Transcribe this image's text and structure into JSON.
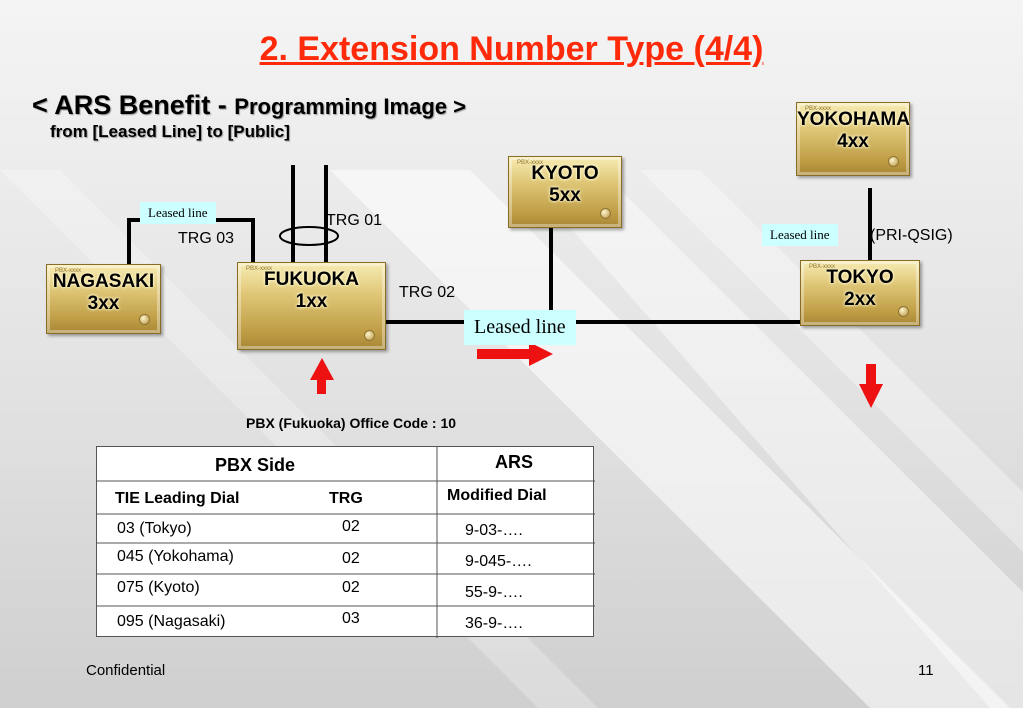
{
  "title": "2. Extension Number Type (4/4)",
  "subtitle": {
    "part1": "< ARS Benefit - ",
    "part2": "Programming Image >",
    "line2": "from [Leased Line] to [Public]"
  },
  "pbxes": {
    "nagasaki": {
      "name": "NAGASAKI",
      "code": "3xx",
      "tag": "PBX-xxxx"
    },
    "fukuoka": {
      "name": "FUKUOKA",
      "code": "1xx",
      "tag": "PBX-xxxx"
    },
    "kyoto": {
      "name": "KYOTO",
      "code": "5xx",
      "tag": "PBX-xxxx"
    },
    "yokohama": {
      "name": "YOKOHAMA",
      "code": "4xx",
      "tag": "PBX-xxxx"
    },
    "tokyo": {
      "name": "TOKYO",
      "code": "2xx",
      "tag": "PBX-xxxx"
    }
  },
  "links": {
    "trg01": "TRG 01",
    "trg02": "TRG 02",
    "trg03": "TRG 03",
    "leased_nagasaki": "Leased line",
    "leased_tokyo": "Leased line",
    "leased_main": "Leased line",
    "pri_qsig": "(PRI-QSIG)"
  },
  "office_code": "PBX (Fukuoka) Office Code  : 10",
  "table": {
    "pbx_side": "PBX Side",
    "ars": "ARS",
    "columns": [
      "TIE Leading Dial",
      "TRG",
      "Modified Dial"
    ],
    "rows": [
      [
        "03 (Tokyo)",
        "02",
        "9-03-…."
      ],
      [
        "045 (Yokohama)",
        "02",
        "9-045-…."
      ],
      [
        "075 (Kyoto)",
        "02",
        "55-9-…."
      ],
      [
        "095 (Nagasaki)",
        "03",
        "36-9-…."
      ]
    ]
  },
  "footer": {
    "confidential": "Confidential",
    "page": "11"
  },
  "colors": {
    "title": "#ff2a0a",
    "arrow": "#ee1111",
    "label_box": "#ccffff",
    "pbx_gold": "#d4b35f"
  }
}
